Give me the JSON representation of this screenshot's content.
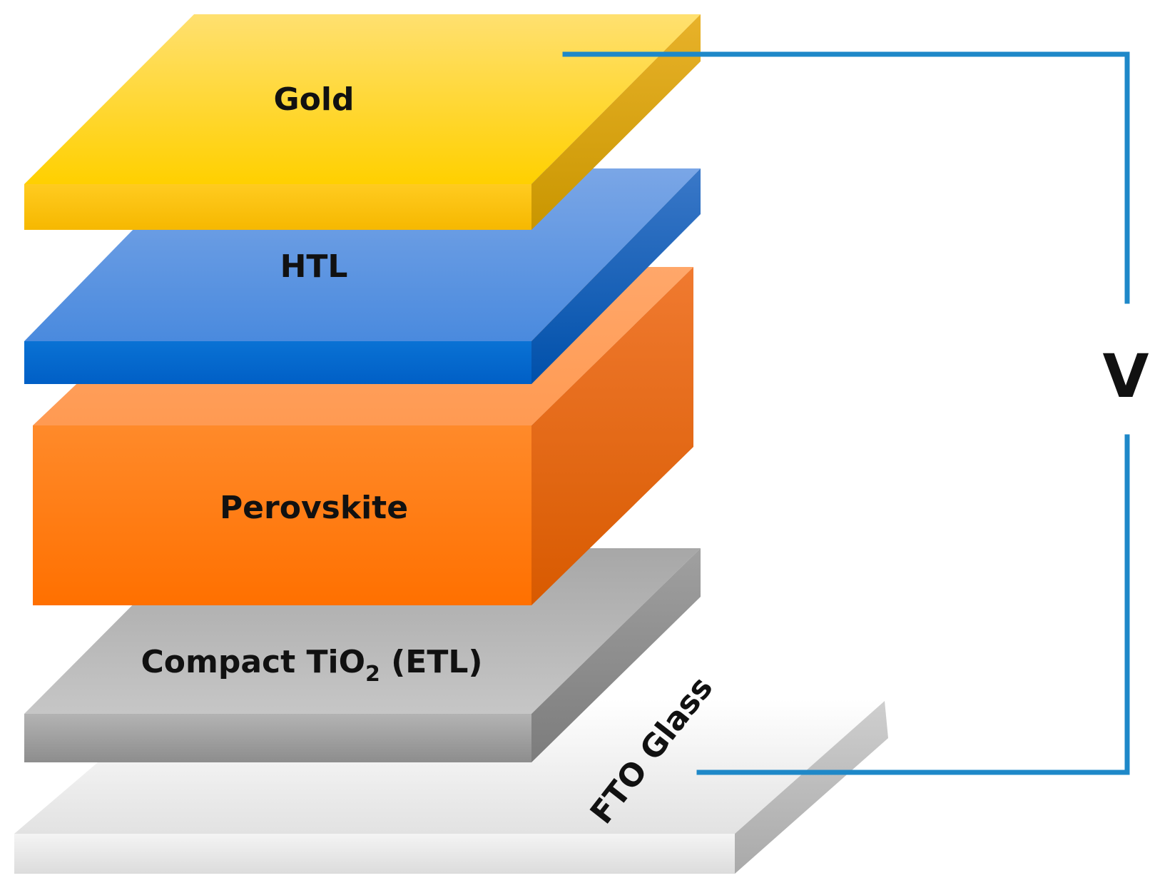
{
  "layers": [
    {
      "id": "fto-glass",
      "label": "FTO Glass",
      "colors": {
        "top_light": "#ffffff",
        "top_dark": "#e2e2e2",
        "front_light": "#f4f4f4",
        "front_dark": "#dcdcdc",
        "side_light": "#cfcfcf",
        "side_dark": "#a9a9a9"
      }
    },
    {
      "id": "etl",
      "label_main": "Compact TiO",
      "label_sub": "2",
      "label_tail": " (ETL)",
      "colors": {
        "top_light": "#a7a7a7",
        "top_dark": "#c6c6c6",
        "front_light": "#b3b3b3",
        "front_dark": "#8d8d8d",
        "side_light": "#a0a0a0",
        "side_dark": "#7c7c7c"
      }
    },
    {
      "id": "perovskite",
      "label": "Perovskite",
      "colors": {
        "top_light": "#ffa76a",
        "top_dark": "#ff9a52",
        "front_light": "#ff8a2a",
        "front_dark": "#ff7000",
        "side_light": "#f07a30",
        "side_dark": "#d85a00"
      }
    },
    {
      "id": "htl",
      "label": "HTL",
      "colors": {
        "top_light": "#7aa6e6",
        "top_dark": "#4a8ade",
        "front_light": "#0a72d4",
        "front_dark": "#005fc6",
        "side_light": "#3a78c8",
        "side_dark": "#0050aa"
      }
    },
    {
      "id": "gold",
      "label": "Gold",
      "colors": {
        "top_light": "#ffe070",
        "top_dark": "#ffd000",
        "front_light": "#ffcb20",
        "front_dark": "#f6b800",
        "side_light": "#e8b22a",
        "side_dark": "#c99600"
      }
    }
  ],
  "circuit": {
    "label": "V",
    "wire_color": "#1e88c8"
  }
}
